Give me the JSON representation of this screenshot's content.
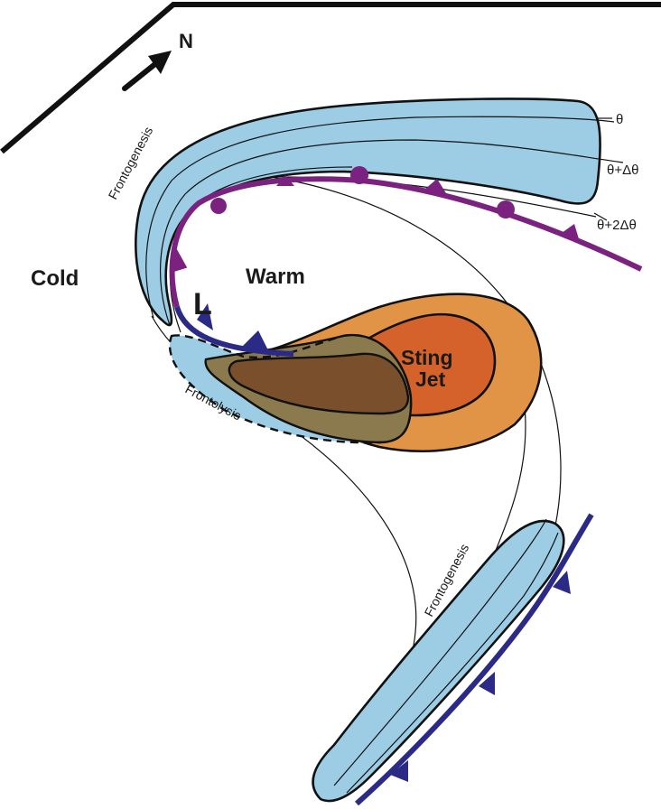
{
  "diagram": {
    "title": "Conceptual model of sting jet in extratropical cyclone",
    "labels": {
      "north": "N",
      "cold": "Cold",
      "warm": "Warm",
      "low": "L",
      "sting_jet_line1": "Sting",
      "sting_jet_line2": "Jet",
      "frontogenesis_top": "Frontogenesis",
      "frontolysis": "Frontolysis",
      "frontogenesis_bottom": "Frontogenesis",
      "theta": "θ",
      "theta_plus_dtheta": "θ+Δθ",
      "theta_plus_2dtheta": "θ+2Δθ"
    },
    "icons": {
      "north_arrow": "arrow-northeast-icon"
    },
    "colors": {
      "frontal_zone_blue": "#9ccde5",
      "occluded_front_purple": "#7b2280",
      "cold_front_navy": "#2b2a86",
      "sting_jet_outer": "#e19446",
      "sting_jet_inner": "#d5622b",
      "overlap_olive": "#8b7a4e",
      "overlap_dark": "#7a4f2c",
      "outline": "#111111"
    }
  }
}
